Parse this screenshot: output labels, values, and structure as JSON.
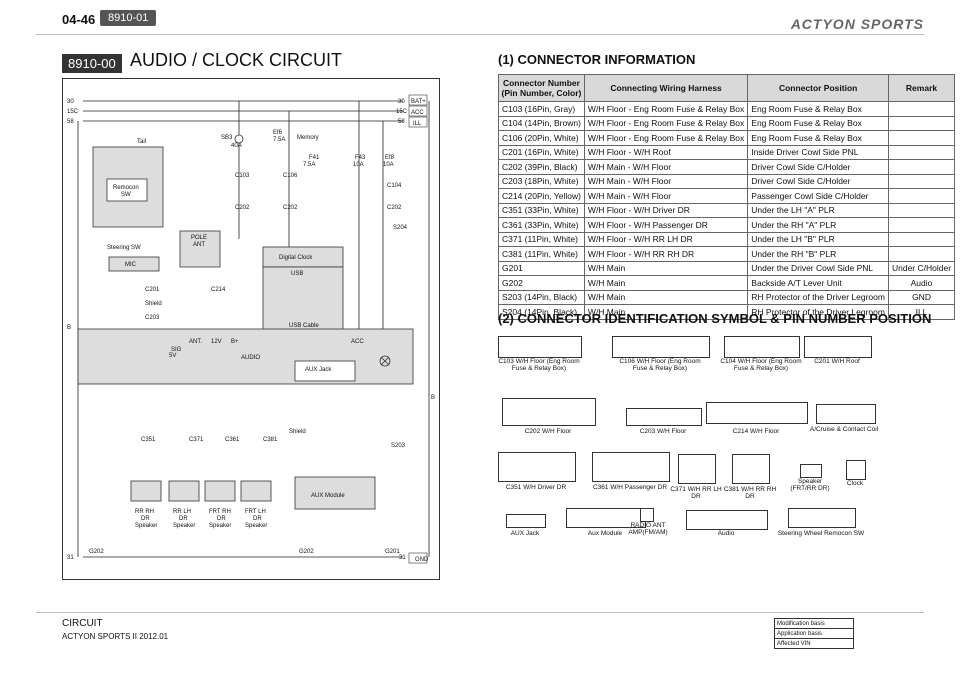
{
  "header": {
    "page_number": "04-46",
    "code": "8910-01",
    "logo": "SPORTS"
  },
  "section": {
    "code": "8910-00",
    "title": "AUDIO / CLOCK CIRCUIT"
  },
  "connector_info": {
    "title": "(1) CONNECTOR INFORMATION",
    "columns": [
      "Connector Number (Pin Number, Color)",
      "Connecting Wiring Harness",
      "Connector Position",
      "Remark"
    ],
    "rows": [
      [
        "C103 (16Pin, Gray)",
        "W/H Floor - Eng Room Fuse & Relay Box",
        "Eng Room Fuse & Relay Box",
        ""
      ],
      [
        "C104 (14Pin, Brown)",
        "W/H Floor - Eng Room Fuse & Relay Box",
        "Eng Room Fuse & Relay Box",
        ""
      ],
      [
        "C106 (20Pin, White)",
        "W/H Floor - Eng Room Fuse & Relay Box",
        "Eng Room Fuse & Relay Box",
        ""
      ],
      [
        "C201 (16Pin, White)",
        "W/H Floor - W/H Roof",
        "Inside Driver Cowl Side PNL",
        ""
      ],
      [
        "C202 (39Pin, Black)",
        "W/H Main - W/H Floor",
        "Driver Cowl Side C/Holder",
        ""
      ],
      [
        "C203 (18Pin, White)",
        "W/H Main - W/H Floor",
        "Driver Cowl Side C/Holder",
        ""
      ],
      [
        "C214 (20Pin, Yellow)",
        "W/H Main - W/H Floor",
        "Passenger Cowl Side C/Holder",
        ""
      ],
      [
        "C351 (33Pin, White)",
        "W/H Floor - W/H Driver DR",
        "Under the LH \"A\" PLR",
        ""
      ],
      [
        "C361 (33Pin, White)",
        "W/H Floor - W/H Passenger DR",
        "Under the RH \"A\" PLR",
        ""
      ],
      [
        "C371 (11Pin, White)",
        "W/H Floor - W/H RR LH DR",
        "Under the LH \"B\" PLR",
        ""
      ],
      [
        "C381 (11Pin, White)",
        "W/H Floor - W/H RR RH DR",
        "Under the RH \"B\" PLR",
        ""
      ],
      [
        "G201",
        "W/H Main",
        "Under the Driver Cowl Side PNL",
        "Under C/Holder"
      ],
      [
        "G202",
        "W/H Main",
        "Backside A/T Lever Unit",
        "Audio"
      ],
      [
        "S203 (14Pin, Black)",
        "W/H Main",
        "RH Protector of the Driver Legroom",
        "GND"
      ],
      [
        "S204 (14Pin, Black)",
        "W/H Main",
        "RH Protector of the Driver Legroom",
        "ILL"
      ]
    ]
  },
  "pin_title": "(2) CONNECTOR IDENTIFICATION SYMBOL & PIN NUMBER POSITION",
  "pin_captions": [
    "C103 W/H Floor (Eng Room Fuse & Relay Box)",
    "C106 W/H Floor (Eng Room Fuse & Relay Box)",
    "C104 W/H Floor (Eng Room Fuse & Relay Box)",
    "C201 W/H Roof",
    "C202 W/H Floor",
    "C203 W/H Floor",
    "C214 W/H Floor",
    "A/Cruise & Contact Coil",
    "C351 W/H Driver DR",
    "C361 W/H Passenger DR",
    "C371 W/H RR LH DR",
    "C381 W/H RR RH DR",
    "Speaker (FRT/RR DR)",
    "Clock",
    "AUX Jack",
    "Aux Module",
    "RADIO ANT AMP(FM/AM)",
    "Audio",
    "Steering Wheel Remocon SW"
  ],
  "diagram": {
    "labels": [
      "30",
      "15C",
      "58",
      "BAT+",
      "ACC",
      "ILL",
      "SB3",
      "40A",
      "Ef6",
      "7.5A",
      "Memory",
      "F41",
      "7.5A",
      "F43",
      "10A",
      "Ef8",
      "10A",
      "Tail",
      "Remocon SW",
      "Steering SW",
      "MIC",
      "POLE ANT",
      "Digital Clock",
      "USB",
      "USB Cable",
      "AUDIO",
      "AUX Jack",
      "AUX Module",
      "RR RH DR Speaker",
      "RR LH DR Speaker",
      "FRT RH DR Speaker",
      "FRT LH DR Speaker",
      "G202",
      "G201",
      "GND",
      "C103",
      "C202",
      "C214",
      "C106",
      "C104",
      "S204",
      "S203",
      "C201",
      "C203",
      "C351",
      "C371",
      "C361",
      "C381",
      "SIG",
      "5V",
      "ANT.",
      "12V",
      "B+",
      "ACC",
      "31",
      "Shield"
    ]
  },
  "footer": {
    "section": "CIRCUIT",
    "model": "ACTYON SPORTS II 2012.01"
  },
  "modification": [
    "Modification basis",
    "Application basis",
    "Affected VIN"
  ]
}
